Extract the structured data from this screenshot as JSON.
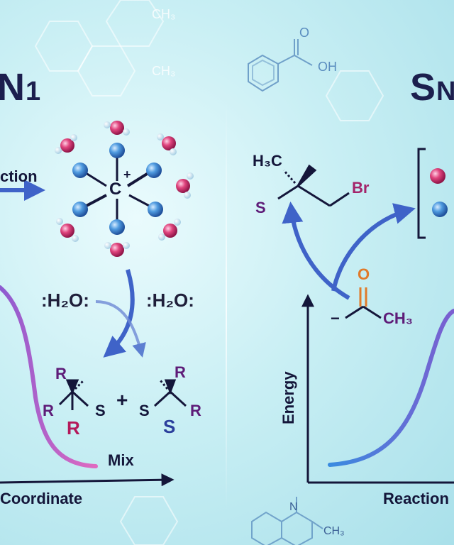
{
  "left_panel": {
    "title_main": "N",
    "title_sub": "1",
    "reaction_label": "ction",
    "carbocation": "C",
    "charge": "+",
    "nucleophile_1": "H₂O",
    "nucleophile_2": "H₂O",
    "product_1": {
      "sub1": "R",
      "sub2": "R",
      "sub3": "R",
      "sub4": "S"
    },
    "plus": "+",
    "product_2": {
      "sub1": "R",
      "sub2": "S",
      "sub3": "S",
      "sub4": "R"
    },
    "mix_label": "Mix",
    "x_axis_label": "Coordinate"
  },
  "right_panel": {
    "title": "S",
    "title_sub": "N",
    "substrate": {
      "methyl": "H₃C",
      "stereo": "S",
      "leaving_group": "Br"
    },
    "nucleophile": {
      "charge": "−",
      "oxygen": "O",
      "methyl": "CH₃"
    },
    "y_axis_label": "Energy",
    "x_axis_label": "Reaction"
  },
  "background": {
    "acid_label": "OH",
    "acid_oxygen": "O",
    "methyl_label_1": "CH₃",
    "methyl_label_2": "CH₃",
    "amine_label": "N",
    "methyl_label_3": "CH₃"
  },
  "colors": {
    "arrow": "#3f63c8",
    "curve_left": "#c64fb4",
    "curve_right": "#3c78d0",
    "axis": "#14163a",
    "oxygen": "#d6336c",
    "blue_atom": "#3b86d4"
  }
}
